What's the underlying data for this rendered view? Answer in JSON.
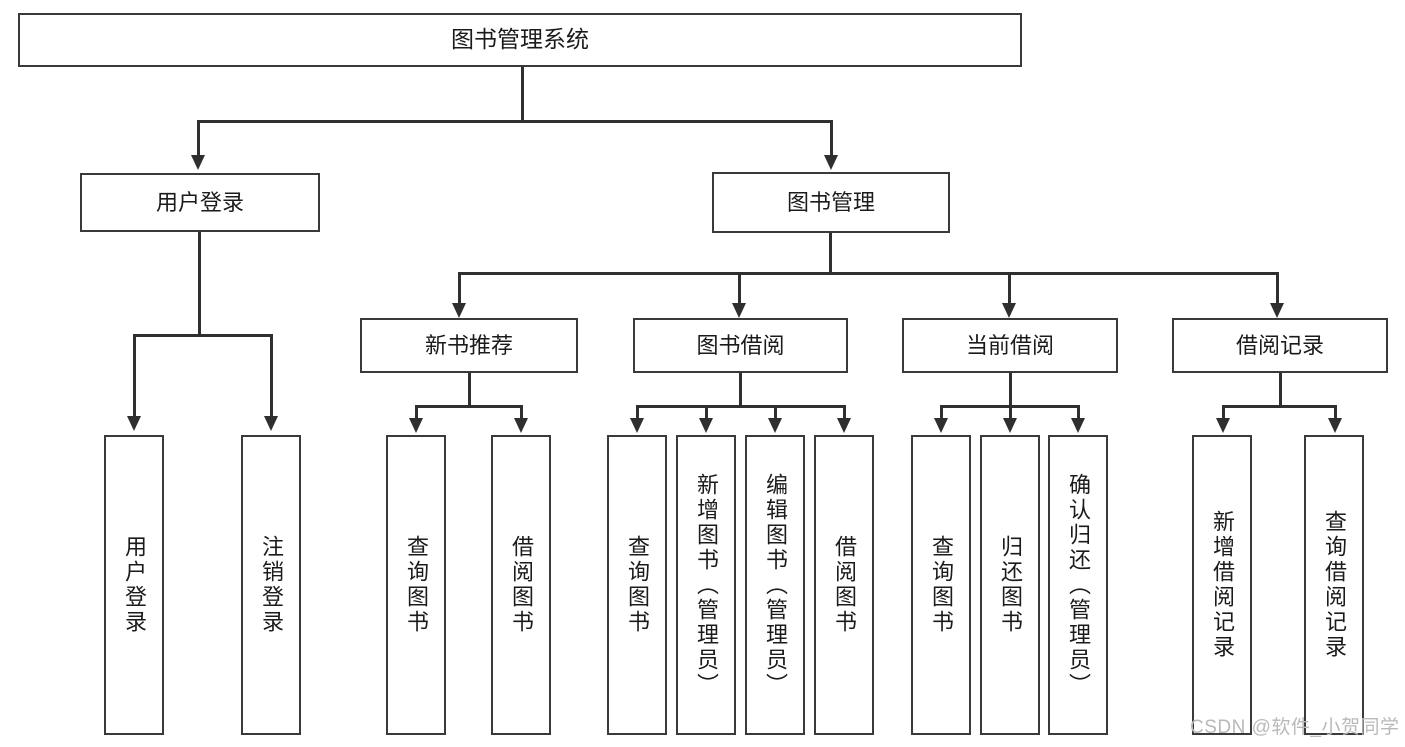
{
  "diagram": {
    "type": "tree-hierarchy",
    "title": "图书管理系统",
    "watermark": "CSDN @软件_小贺同学",
    "root": {
      "label": "图书管理系统"
    },
    "tier2": [
      {
        "label": "用户登录"
      },
      {
        "label": "图书管理"
      }
    ],
    "tier3": [
      {
        "label": "新书推荐"
      },
      {
        "label": "图书借阅"
      },
      {
        "label": "当前借阅"
      },
      {
        "label": "借阅记录"
      }
    ],
    "leaves": {
      "user_login": [
        {
          "label": "用户登录"
        },
        {
          "label": "注销登录"
        }
      ],
      "new_book_recommend": [
        {
          "label": "查询图书"
        },
        {
          "label": "借阅图书"
        }
      ],
      "book_borrow": [
        {
          "label": "查询图书"
        },
        {
          "label": "新增图书（管理员）"
        },
        {
          "label": "编辑图书（管理员）"
        },
        {
          "label": "借阅图书"
        }
      ],
      "current_borrow": [
        {
          "label": "查询图书"
        },
        {
          "label": "归还图书"
        },
        {
          "label": "确认归还（管理员）"
        }
      ],
      "borrow_record": [
        {
          "label": "新增借阅记录"
        },
        {
          "label": "查询借阅记录"
        }
      ]
    }
  },
  "colors": {
    "box_border": "#3a3a3a",
    "connector": "#2f2f2f",
    "text": "#1b1b1b",
    "background": "#ffffff",
    "watermark": "#b9b9b9"
  }
}
